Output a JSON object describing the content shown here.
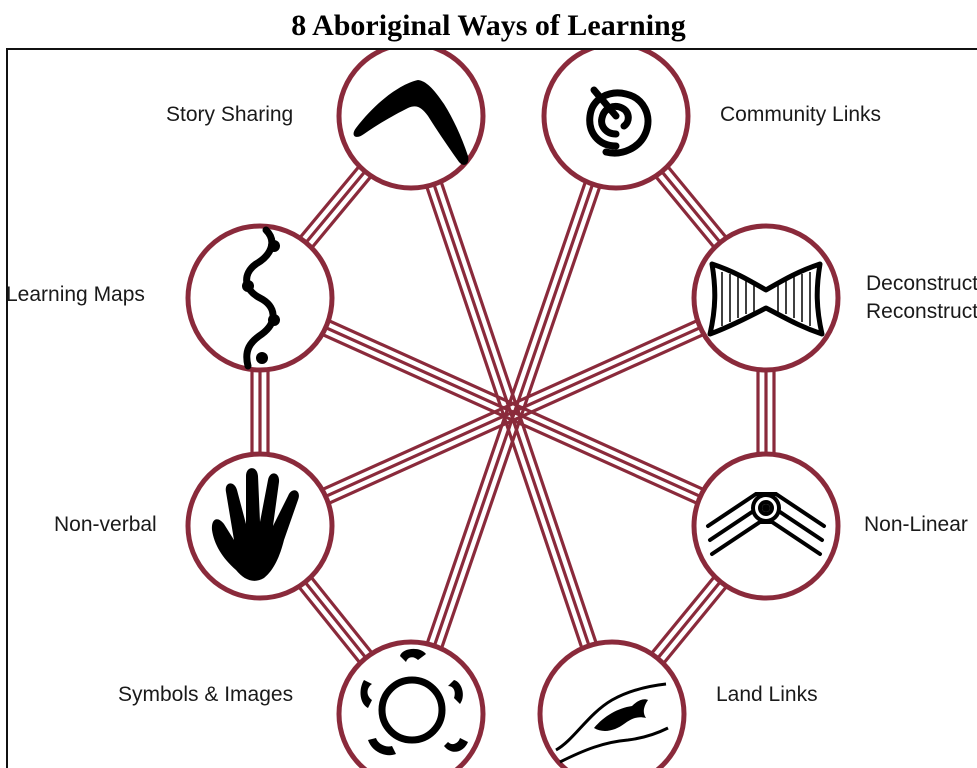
{
  "title": "8 Aboriginal Ways of Learning",
  "colors": {
    "ring": "#8a2a3b",
    "line": "#8a2a3b",
    "icon": "#000000",
    "text": "#1a1a1a"
  },
  "nodes": [
    {
      "label": "Story Sharing",
      "icon": "boomerang-icon"
    },
    {
      "label": "Community Links",
      "icon": "spiral-icon"
    },
    {
      "label": "Learning Maps",
      "icon": "wavy-path-dots-icon"
    },
    {
      "label": "Deconstruct\nReconstruct",
      "icon": "hourglass-bowtie-icon"
    },
    {
      "label": "Non-verbal",
      "icon": "hand-icon"
    },
    {
      "label": "Non-Linear",
      "icon": "concentric-arc-icon"
    },
    {
      "label": "Symbols & Images",
      "icon": "meeting-circle-icon"
    },
    {
      "label": "Land Links",
      "icon": "fish-river-icon"
    }
  ]
}
